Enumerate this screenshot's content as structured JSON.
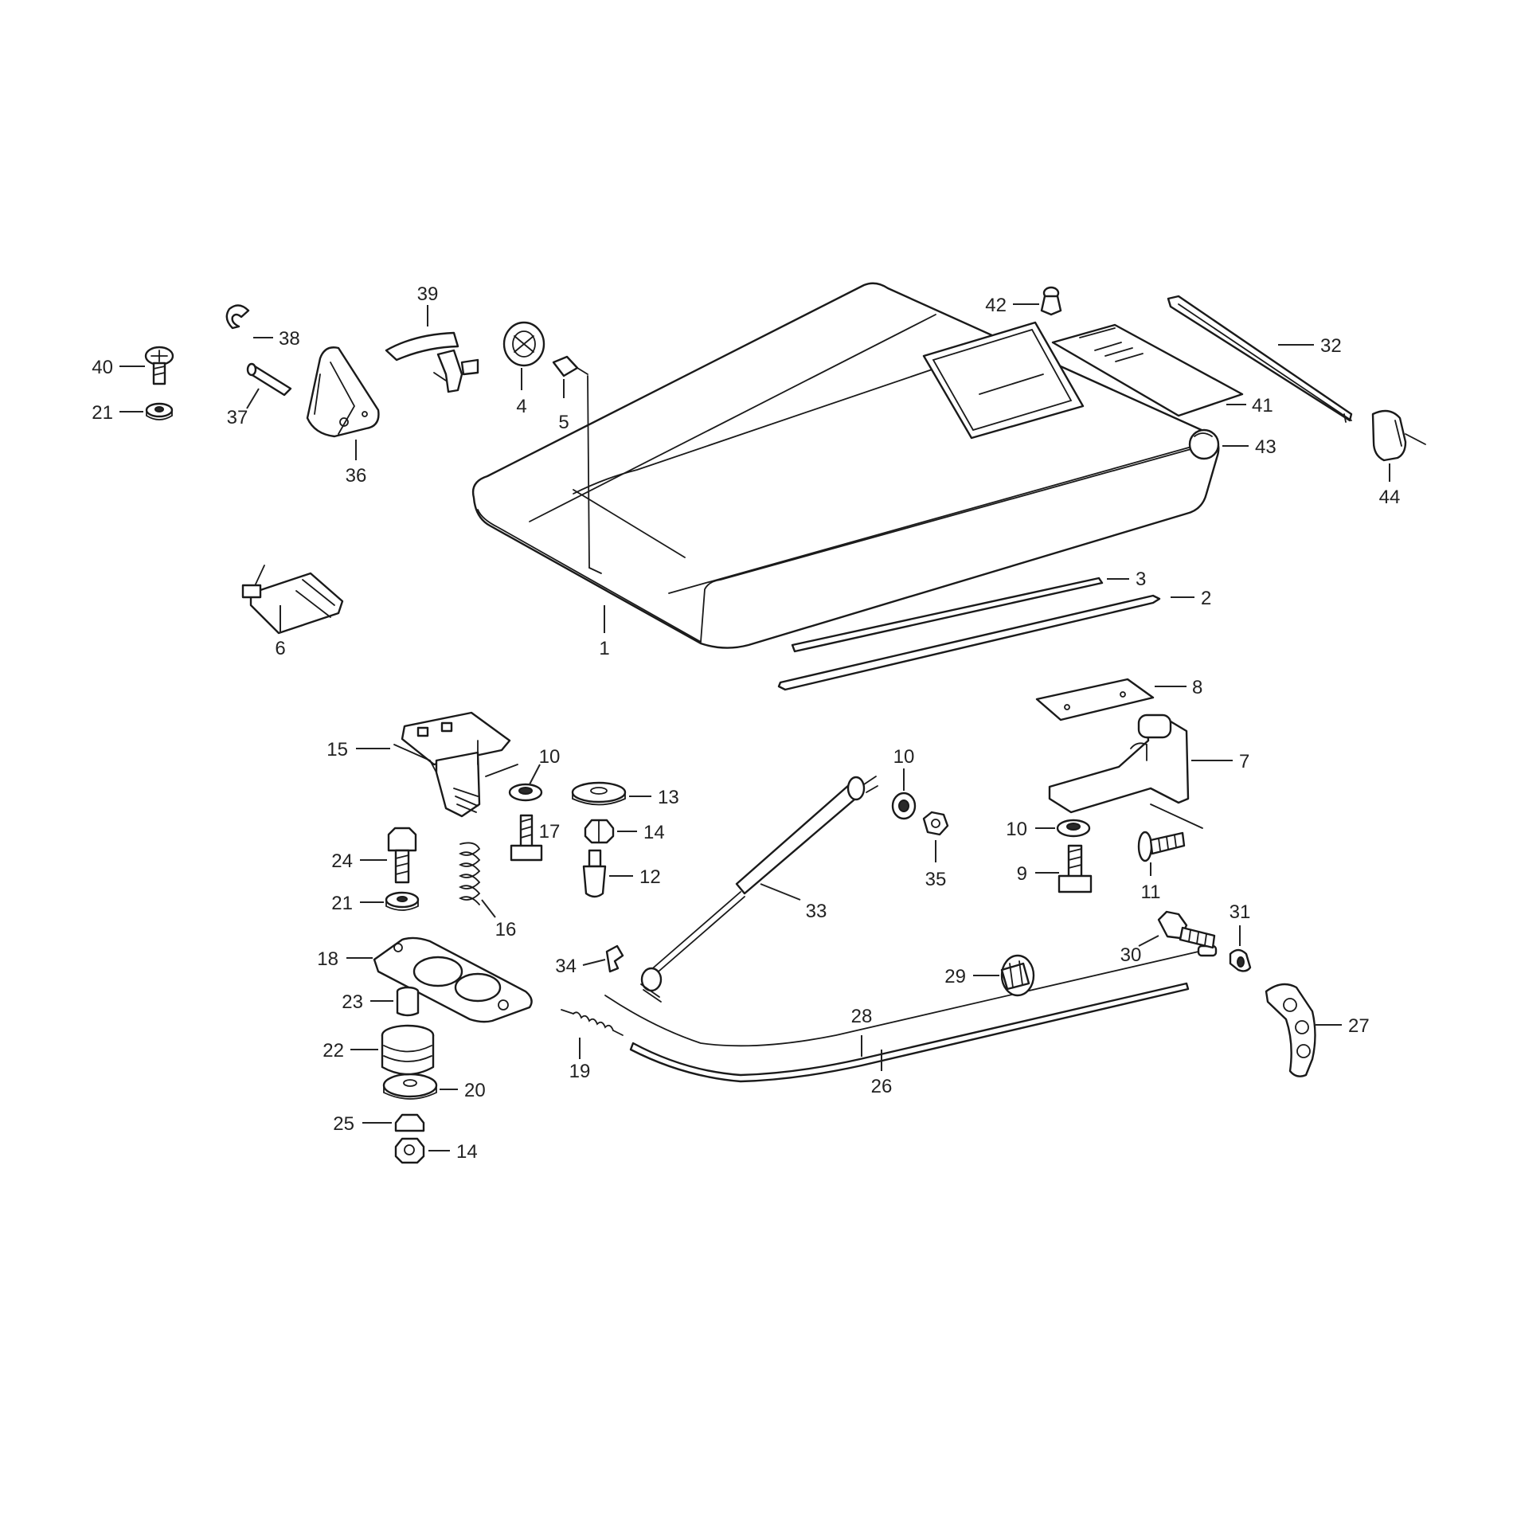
{
  "diagram": {
    "callouts": [
      "1",
      "2",
      "3",
      "4",
      "5",
      "6",
      "7",
      "8",
      "9",
      "10",
      "10",
      "10",
      "11",
      "12",
      "13",
      "14",
      "14",
      "15",
      "16",
      "17",
      "18",
      "19",
      "20",
      "21",
      "21",
      "22",
      "23",
      "24",
      "25",
      "26",
      "27",
      "28",
      "29",
      "30",
      "31",
      "32",
      "33",
      "34",
      "35",
      "36",
      "37",
      "38",
      "39",
      "40",
      "41",
      "42",
      "43",
      "44"
    ]
  },
  "colors": {
    "line": "#1a1a1a",
    "background": "#ffffff"
  }
}
